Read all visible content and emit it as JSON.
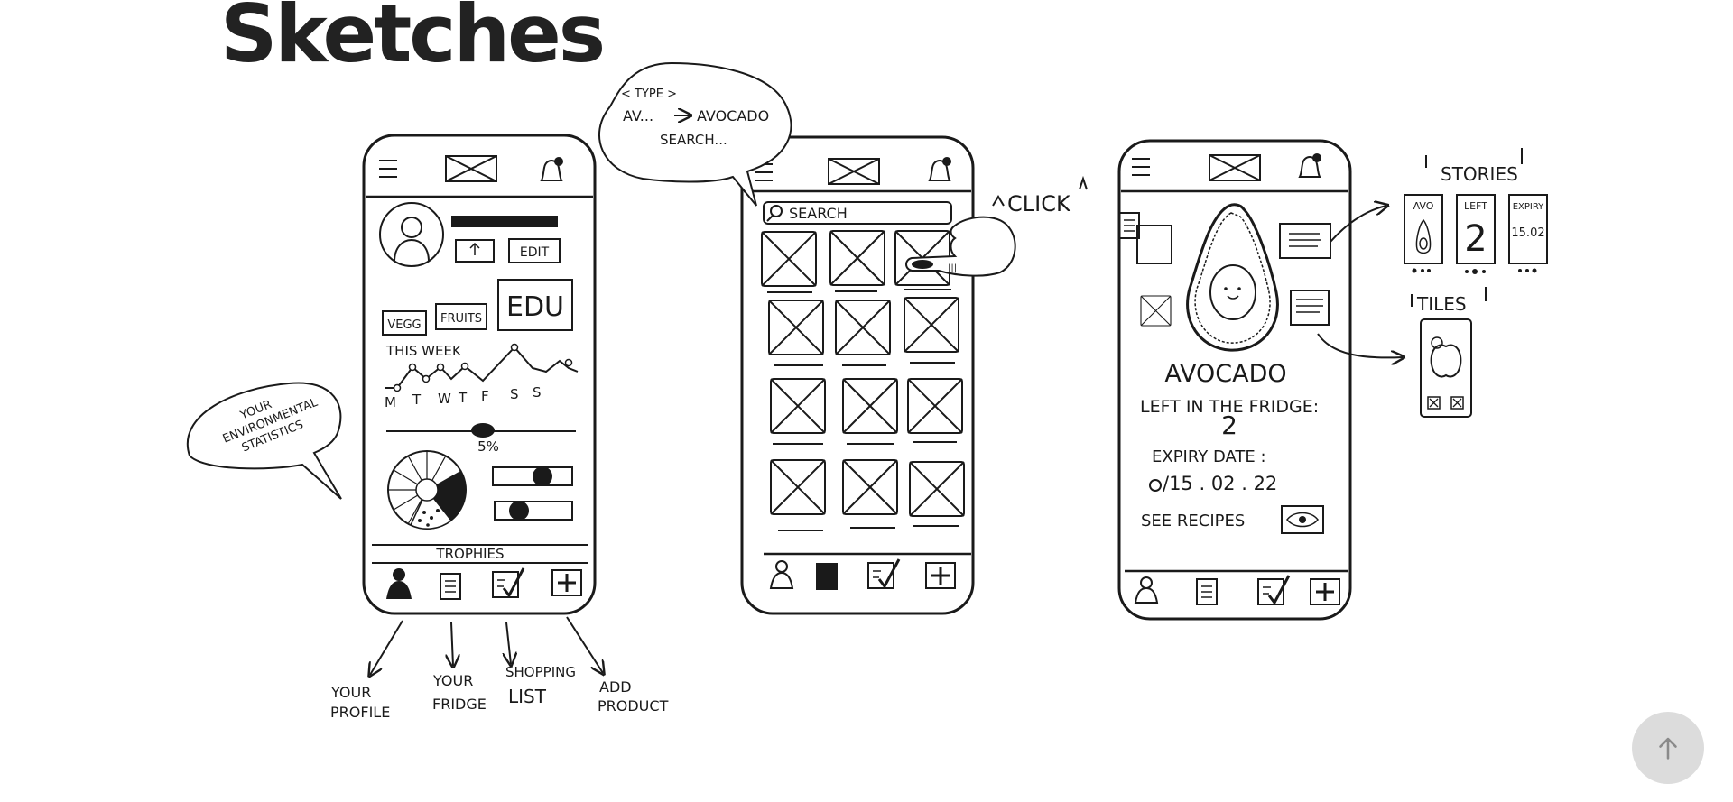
{
  "page": {
    "title": "Sketches"
  },
  "sketch1": {
    "buttons": {
      "share": "",
      "edit": "EDIT"
    },
    "tags": {
      "veg": "VEGG",
      "fruits": "FRUITS",
      "edu": "EDU"
    },
    "this_week": "THIS WEEK",
    "days": [
      "M",
      "T",
      "W",
      "T",
      "F",
      "S",
      "S"
    ],
    "percent": "5%",
    "trophies": "TROPHIES",
    "bubble": [
      "YOUR",
      "ENVIRONMENTAL",
      "STATISTICS"
    ],
    "nav_labels": {
      "profile": [
        "YOUR",
        "PROFILE"
      ],
      "fridge": [
        "YOUR",
        "FRIDGE"
      ],
      "shopping": [
        "SHOPPING",
        "LIST"
      ],
      "add": [
        "ADD",
        "PRODUCT"
      ]
    }
  },
  "sketch2": {
    "bubble": {
      "line1": "< TYPE >",
      "line2a": "AV...",
      "line2b": "AVOCADO",
      "line3": "SEARCH..."
    },
    "search_placeholder": "SEARCH",
    "click": "CLICK"
  },
  "sketch3": {
    "product_name": "AVOCADO",
    "left_label": "LEFT IN THE FRIDGE:",
    "left_value": "2",
    "expiry_label": "EXPIRY DATE :",
    "expiry_value": "/15 . 02 . 22",
    "recipes_label": "SEE RECIPES",
    "stories_title": "STORIES",
    "stories": [
      "AVO",
      "LEFT",
      "EXPIRY"
    ],
    "story_values": {
      "left": "2",
      "expiry": "15.02"
    },
    "tiles_title": "TILES"
  },
  "colors": {
    "ink": "#1a1a1a",
    "background": "#ffffff",
    "scroll_button": "#dcdcdc"
  },
  "icons": {
    "scroll_top": "arrow-up-icon"
  }
}
